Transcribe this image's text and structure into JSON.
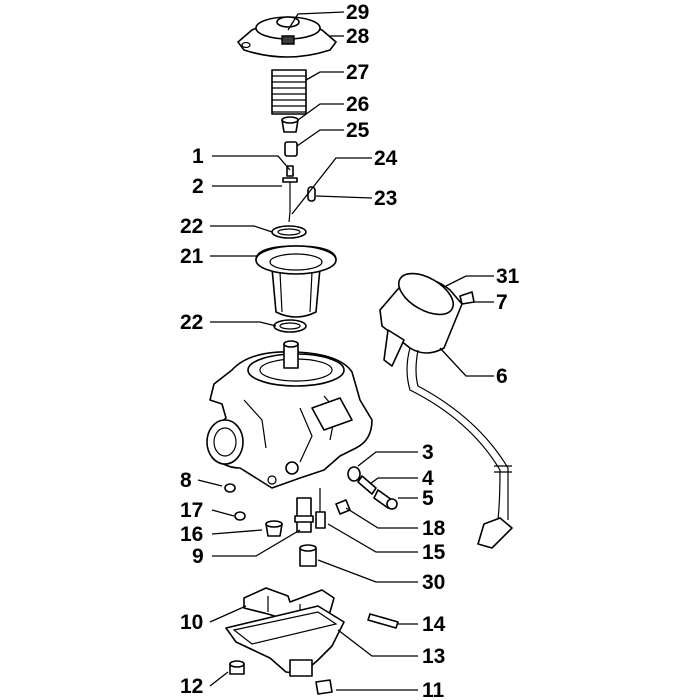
{
  "callouts": {
    "c1": "1",
    "c2": "2",
    "c3": "3",
    "c4": "4",
    "c5": "5",
    "c6": "6",
    "c7": "7",
    "c8": "8",
    "c9": "9",
    "c10": "10",
    "c11": "11",
    "c12": "12",
    "c13": "13",
    "c14": "14",
    "c15": "15",
    "c16": "16",
    "c17": "17",
    "c18": "18",
    "c21": "21",
    "c22a": "22",
    "c22b": "22",
    "c23": "23",
    "c24": "24",
    "c25": "25",
    "c26": "26",
    "c27": "27",
    "c28": "28",
    "c29": "29",
    "c30": "30",
    "c31": "31"
  }
}
